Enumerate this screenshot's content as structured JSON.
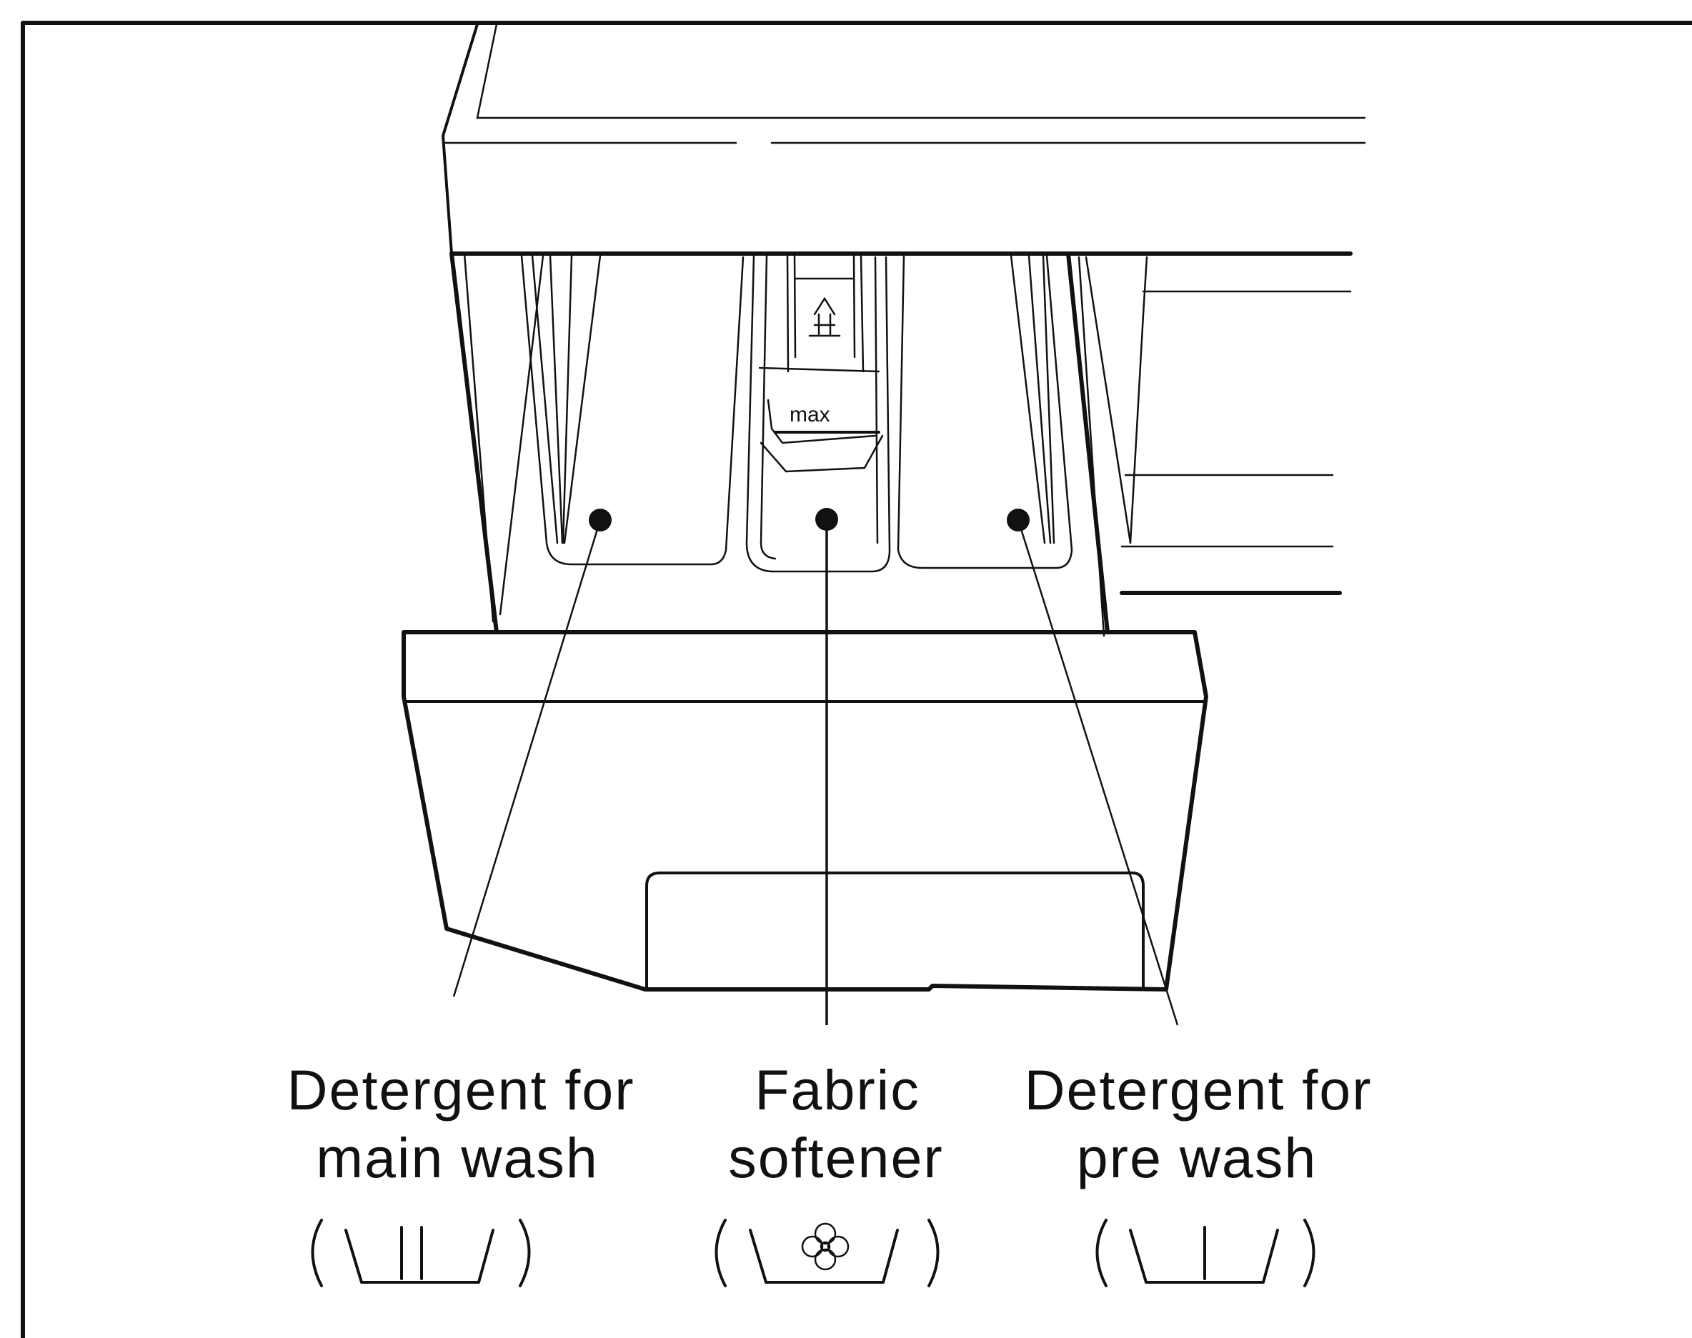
{
  "figure": {
    "max_mark": "max"
  },
  "compartments": [
    {
      "id": "main-wash",
      "label_line1": "Detergent for",
      "label_line2": "main wash",
      "symbol_icon": "main-wash-symbol-icon"
    },
    {
      "id": "softener",
      "label_line1": "Fabric",
      "label_line2": "softener",
      "symbol_icon": "fabric-softener-flower-symbol-icon"
    },
    {
      "id": "pre-wash",
      "label_line1": "Detergent for",
      "label_line2": "pre wash",
      "symbol_icon": "pre-wash-symbol-icon"
    }
  ]
}
